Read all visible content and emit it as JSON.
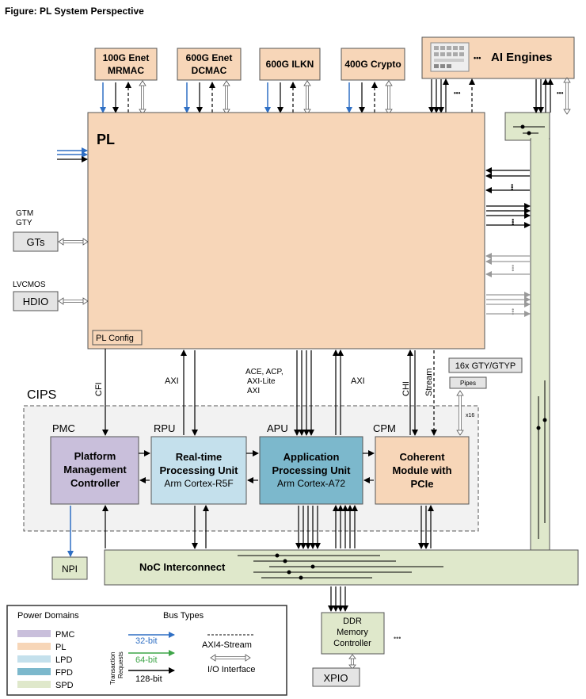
{
  "figure_title": "Figure: PL System Perspective",
  "colors": {
    "pmc": "#c9bfdb",
    "pl": "#f7d6b8",
    "lpd": "#c4e0ec",
    "fpd": "#7cb8cc",
    "spd": "#dfe8cb",
    "gray_box": "#e4e4e4",
    "bus_32": "#2f6fc4",
    "bus_64": "#3ea548",
    "bus_128": "#000000"
  },
  "top_blocks": {
    "mrmac_l1": "100G Enet",
    "mrmac_l2": "MRMAC",
    "dcmac_l1": "600G Enet",
    "dcmac_l2": "DCMAC",
    "ilkn": "600G ILKN",
    "crypto": "400G Crypto",
    "ai_dots": "•••",
    "ai_engines": "AI Engines"
  },
  "pl": {
    "label": "PL",
    "config": "PL Config"
  },
  "left": {
    "gt_l1": "GTM",
    "gt_l2": "GTY",
    "gts": "GTs",
    "lvcmos": "LVCMOS",
    "hdio": "HDIO"
  },
  "buses": {
    "cfi": "CFI",
    "axi_left": "AXI",
    "ace_l1": "ACE, ACP,",
    "ace_l2": "AXI-Lite",
    "ace_l3": "AXI",
    "axi_right": "AXI",
    "chi": "CHI",
    "stream": "Stream"
  },
  "gty": {
    "label": "16x GTY/GTYP",
    "pipes": "Pipes",
    "x16": "x16"
  },
  "cips": {
    "label": "CIPS",
    "pmc_tag": "PMC",
    "rpu_tag": "RPU",
    "apu_tag": "APU",
    "cpm_tag": "CPM",
    "pmc_l1": "Platform",
    "pmc_l2": "Management",
    "pmc_l3": "Controller",
    "rpu_l1": "Real-time",
    "rpu_l2": "Processing Unit",
    "rpu_l3": "Arm Cortex-R5F",
    "apu_l1": "Application",
    "apu_l2": "Processing Unit",
    "apu_l3": "Arm Cortex-A72",
    "cpm_l1": "Coherent",
    "cpm_l2": "Module with",
    "cpm_l3": "PCIe"
  },
  "bottom": {
    "npi": "NPI",
    "noc": "NoC Interconnect",
    "ddr_l1": "DDR",
    "ddr_l2": "Memory",
    "ddr_l3": "Controller",
    "ddr_dots": "•••",
    "xpio": "XPIO"
  },
  "legend": {
    "power_title": "Power Domains",
    "bus_title": "Bus Types",
    "pmc": "PMC",
    "pl": "PL",
    "lpd": "LPD",
    "fpd": "FPD",
    "spd": "SPD",
    "trans_l1": "Transaction",
    "trans_l2": "Requests",
    "b32": "32-bit",
    "b64": "64-bit",
    "b128": "128-bit",
    "axi4s": "AXI4-Stream",
    "io": "I/O Interface"
  }
}
